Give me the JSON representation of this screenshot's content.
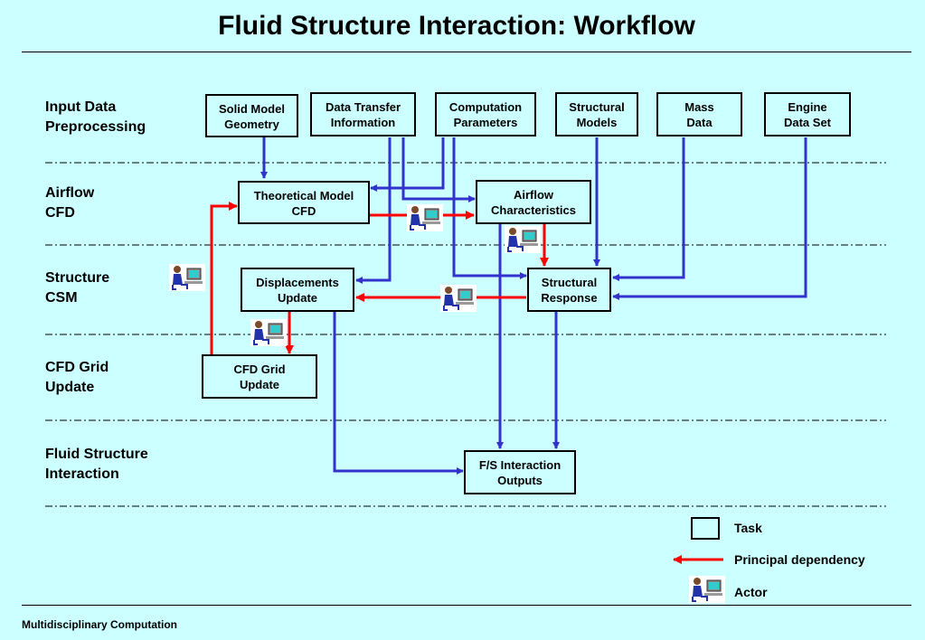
{
  "title": "Fluid Structure Interaction: Workflow",
  "footer": "Multidisciplinary Computation",
  "lanes": {
    "input": "Input Data\nPreprocessing",
    "airflow": "Airflow\nCFD",
    "structure": "Structure\nCSM",
    "grid": "CFD Grid\nUpdate",
    "fsi": "Fluid Structure\nInteraction"
  },
  "tasks": {
    "solid_model": "Solid Model\nGeometry",
    "data_transfer": "Data Transfer\nInformation",
    "computation": "Computation\nParameters",
    "structural_models": "Structural\nModels",
    "mass_data": "Mass\nData",
    "engine_data": "Engine\nData Set",
    "theoretical_model": "Theoretical Model\nCFD",
    "airflow_char": "Airflow\nCharacteristics",
    "displacements": "Displacements\nUpdate",
    "structural_response": "Structural\nResponse",
    "cfd_grid": "CFD Grid\nUpdate",
    "fs_outputs": "F/S Interaction\nOutputs"
  },
  "legend": {
    "task": "Task",
    "principal": "Principal dependency",
    "actor": "Actor"
  },
  "colors": {
    "background": "#ccffff",
    "blue_arrow": "#3333cc",
    "red_arrow": "#ff0000"
  }
}
